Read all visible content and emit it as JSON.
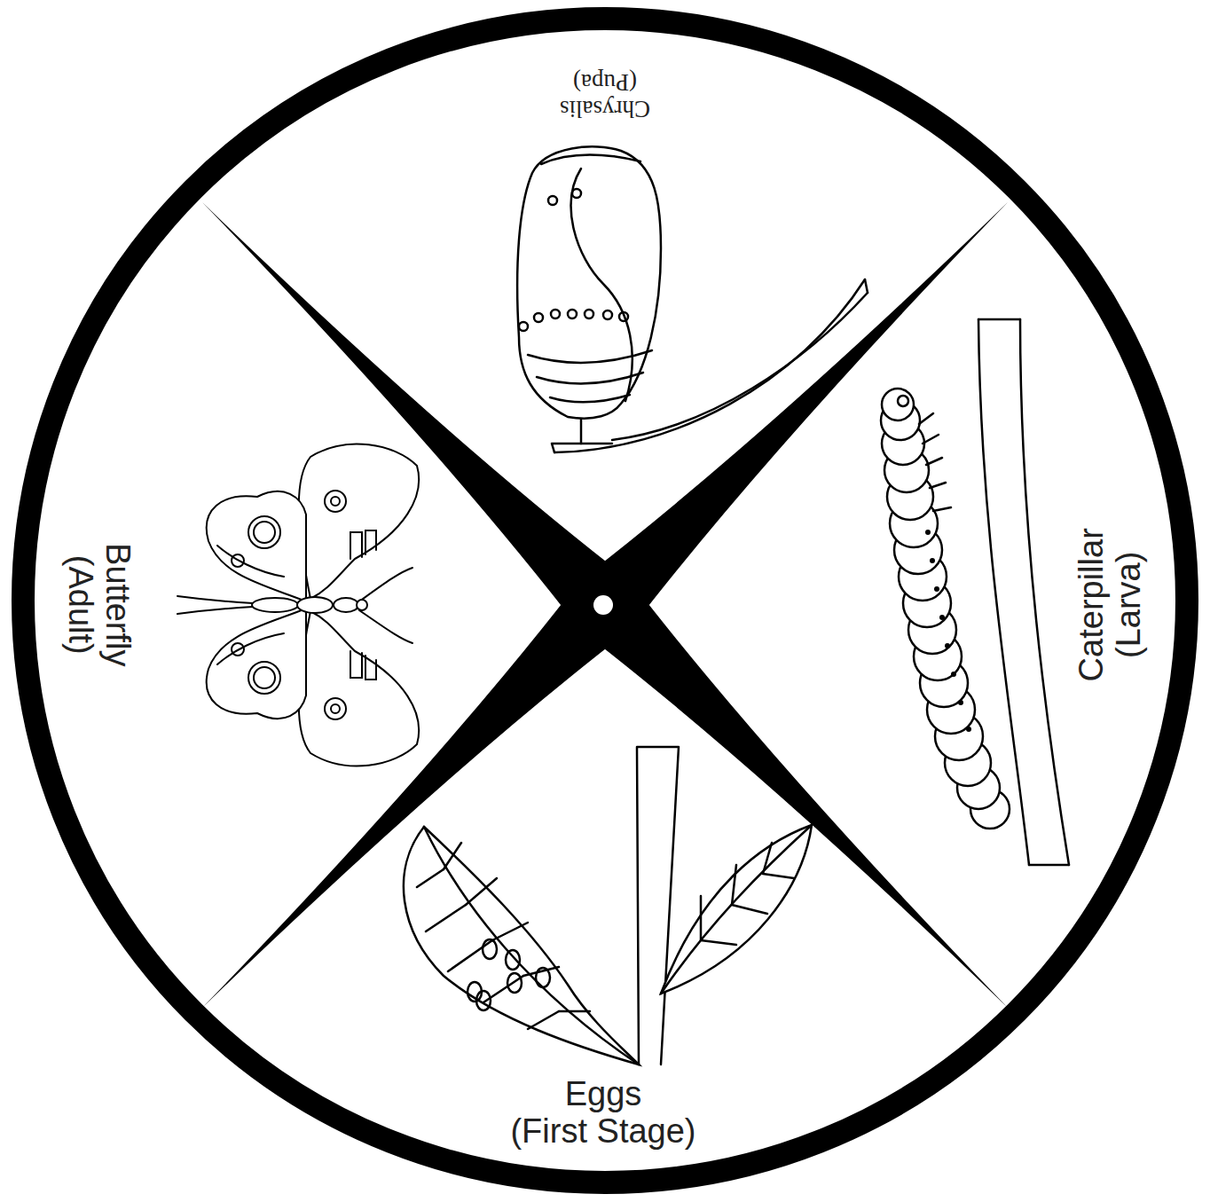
{
  "diagram": {
    "labels": [
      "Chrysalis (Pupa)",
      "Caterpillar (Larva)",
      "Eggs (First Stage)",
      "Butterfly (Adult)"
    ]
  }
}
